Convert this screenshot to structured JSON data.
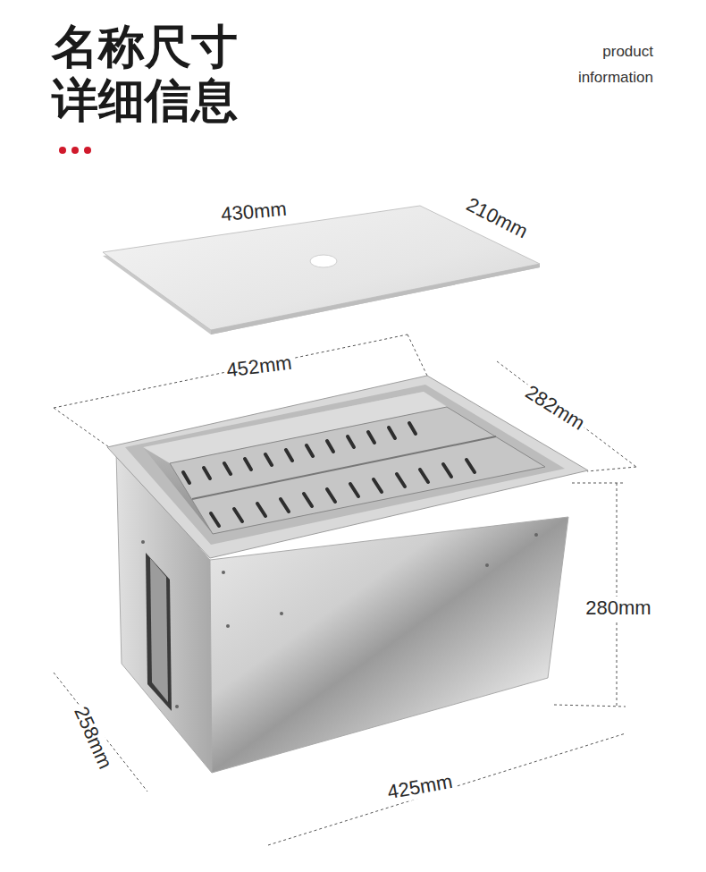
{
  "diagram": {
    "title": "名称尺寸 详细信息",
    "labels": [
      "product information",
      "430mm",
      "210mm",
      "452mm",
      "282mm",
      "280mm",
      "258mm",
      "425mm"
    ]
  }
}
